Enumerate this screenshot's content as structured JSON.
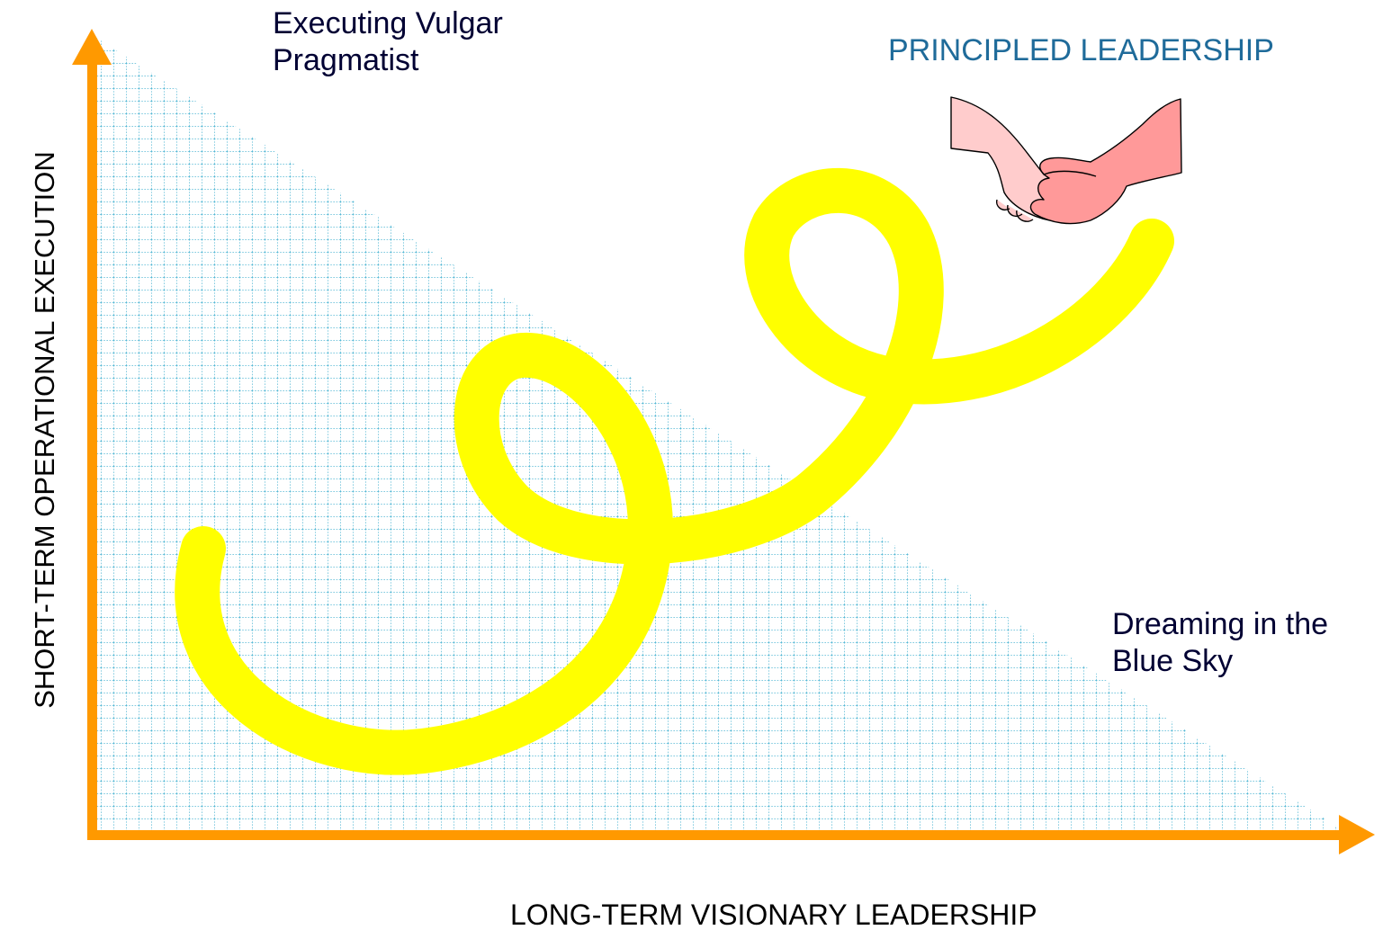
{
  "labels": {
    "y_axis": "SHORT-TERM OPERATIONAL EXECUTION",
    "x_axis": "LONG-TERM VISIONARY LEADERSHIP",
    "top_left_line1": "Executing Vulgar",
    "top_left_line2": "Pragmatist",
    "top_right": "PRINCIPLED LEADERSHIP",
    "bottom_right_line1": "Dreaming in the",
    "bottom_right_line2": "Blue Sky"
  },
  "colors": {
    "axis": "#ff9900",
    "curve": "#ffff00",
    "grid": "#33aacc",
    "handshake_light": "#ffcccc",
    "handshake_dark": "#ff9999",
    "accent_text": "#1f6b9a",
    "text": "#000033"
  },
  "icons": {
    "handshake": "handshake-icon"
  }
}
